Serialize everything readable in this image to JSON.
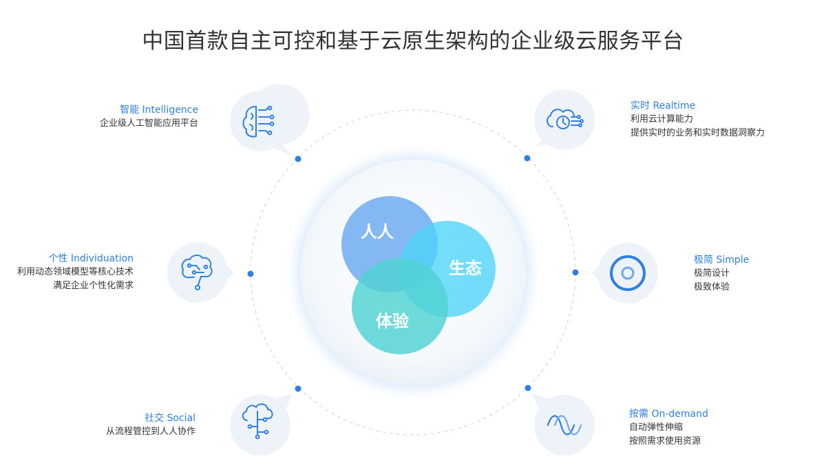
{
  "title": "中国首款自主可控和基于云原生架构的企业级云服务平台",
  "venn": {
    "a": "人人",
    "b": "生态",
    "c": "体验"
  },
  "features": {
    "intelligence": {
      "title": "智能 Intelligence",
      "lines": [
        "企业级人工智能应用平台"
      ],
      "icon": "brain-circuit-icon"
    },
    "individuation": {
      "title": "个性 Individuation",
      "lines": [
        "利用动态领域模型等核心技术",
        "满足企业个性化需求"
      ],
      "icon": "brain-head-icon"
    },
    "social": {
      "title": "社交 Social",
      "lines": [
        "从流程管控到人人协作"
      ],
      "icon": "cloud-network-icon"
    },
    "realtime": {
      "title": "实时 Realtime",
      "lines": [
        "利用云计算能力",
        "提供实时的业务和实时数据洞察力"
      ],
      "icon": "cloud-clock-icon"
    },
    "simple": {
      "title": "极简 Simple",
      "lines": [
        "极简设计",
        "极致体验"
      ],
      "icon": "ring-icon"
    },
    "ondemand": {
      "title": "按需 On-demand",
      "lines": [
        "自动弹性伸缩",
        "按照需求使用资源"
      ],
      "icon": "wave-icon"
    }
  },
  "colors": {
    "accent": "#2e7fe0",
    "venn_a": "#6aa8f0",
    "venn_b": "#4dd4f8",
    "venn_c": "#4fd2d2"
  }
}
